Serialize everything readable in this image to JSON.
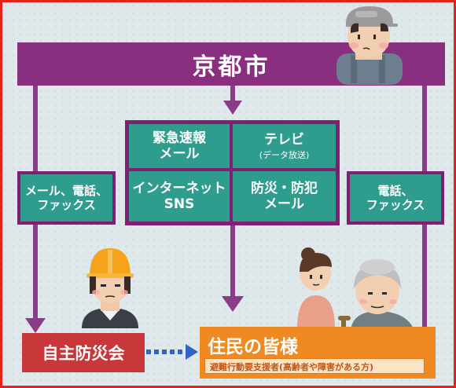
{
  "header": {
    "title": "京都市"
  },
  "channels": {
    "left": {
      "line1": "メール、電話、",
      "line2": "ファックス"
    },
    "right": {
      "line1": "電話、",
      "line2": "ファックス"
    },
    "grid": [
      {
        "main": "緊急速報",
        "main2": "メール",
        "sub": ""
      },
      {
        "main": "テレビ",
        "main2": "",
        "sub": "(データ放送)"
      },
      {
        "main": "インターネット",
        "main2": "SNS",
        "sub": ""
      },
      {
        "main": "防災・防犯",
        "main2": "メール",
        "sub": ""
      }
    ]
  },
  "bottom": {
    "left_label": "自主防災会",
    "right_title": "住民の皆様",
    "right_sub": "避難行動要支援者(高齢者や障害がある方)"
  },
  "colors": {
    "purple": "#8a2f7f",
    "teal": "#2f9d8d",
    "red": "#c8373a",
    "orange": "#ef8a23",
    "border": "#e2231a"
  }
}
